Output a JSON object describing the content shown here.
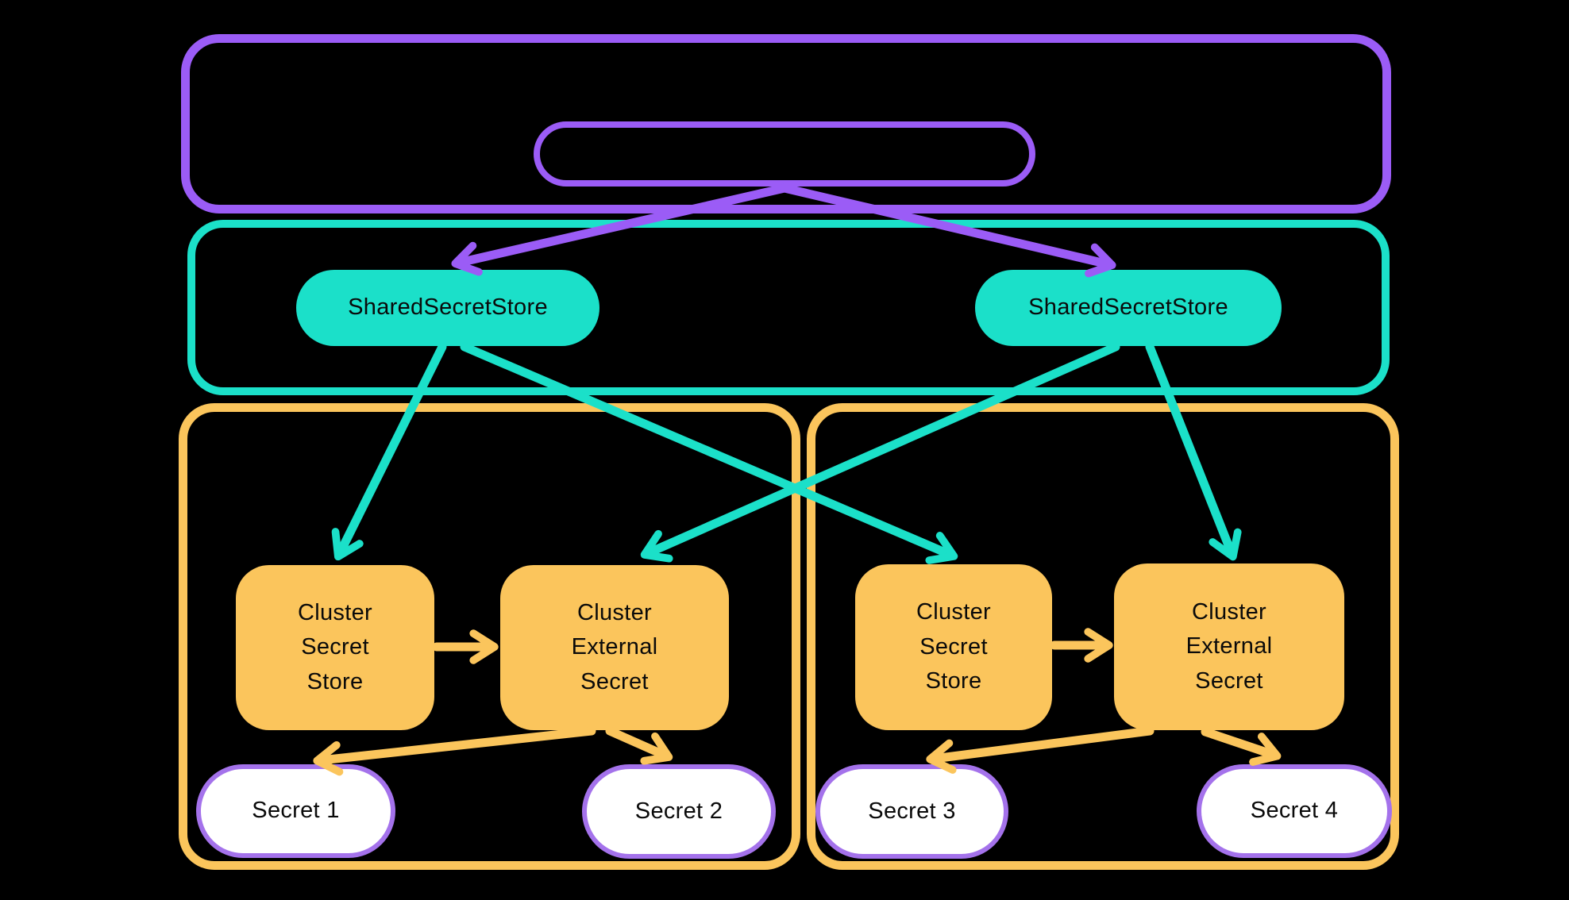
{
  "colors": {
    "background": "#000000",
    "purple": "#9B5CF6",
    "teal": "#1BE0C9",
    "yellow": "#FBC55C",
    "secret_border": "#A472EB",
    "secret_fill": "#FFFFFF",
    "label_text": "#0A0A0A"
  },
  "management": {
    "stores": [
      {
        "label": "SharedSecretStore"
      },
      {
        "label": "SharedSecretStore"
      }
    ]
  },
  "clusters": [
    {
      "secret_store_label": "Cluster\nSecret\nStore",
      "external_secret_label": "Cluster\nExternal\nSecret",
      "secrets": [
        "Secret 1",
        "Secret 2"
      ]
    },
    {
      "secret_store_label": "Cluster\nSecret\nStore",
      "external_secret_label": "Cluster\nExternal\nSecret",
      "secrets": [
        "Secret 3",
        "Secret 4"
      ]
    }
  ]
}
